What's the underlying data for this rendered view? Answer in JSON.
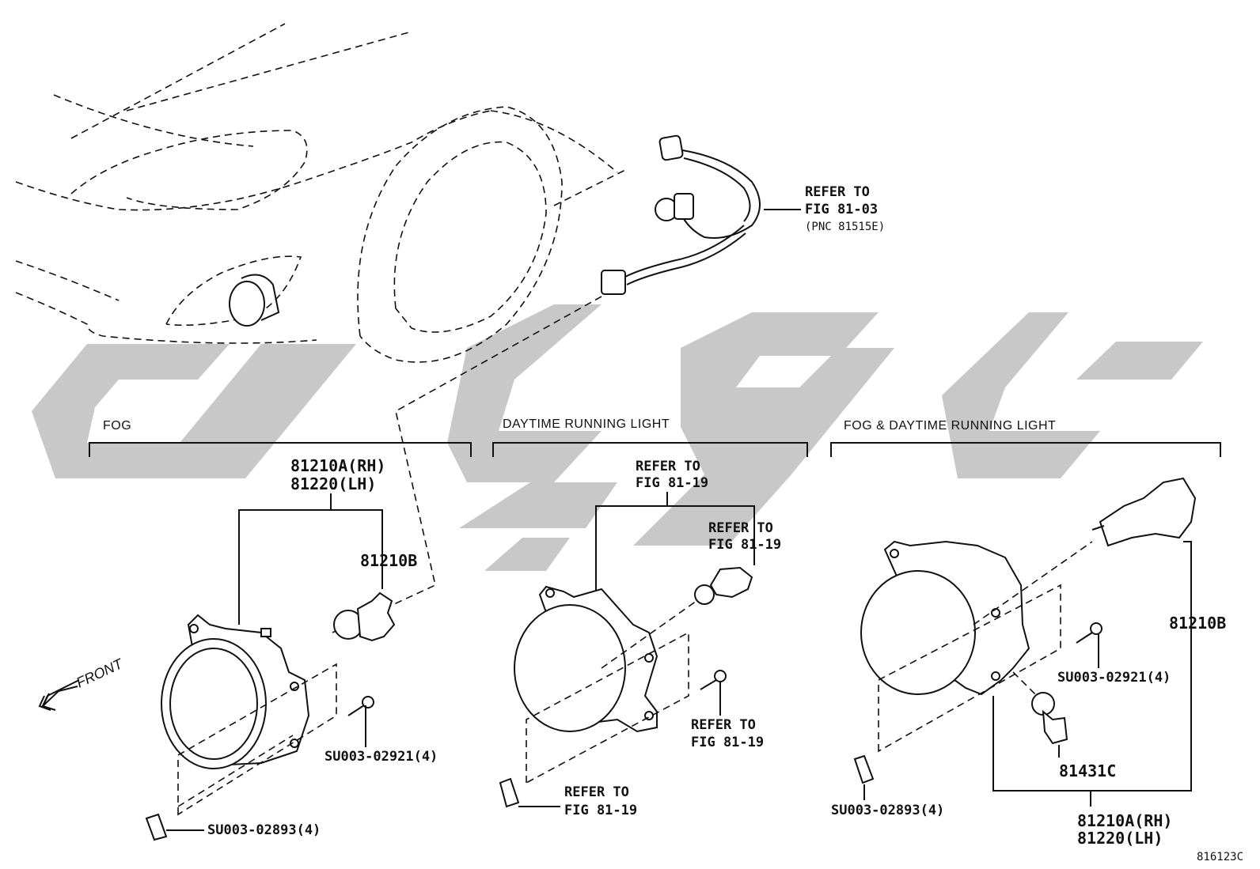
{
  "sections": {
    "fog": "FOG",
    "drl": "DAYTIME RUNNING LIGHT",
    "fog_drl": "FOG & DAYTIME RUNNING LIGHT"
  },
  "refer_harness": {
    "line1": "REFER TO",
    "line2": "FIG 81-03",
    "line3": "(PNC 81515E)"
  },
  "front_label": "FRONT",
  "fog": {
    "assy_rh": "81210A(RH)",
    "assy_lh": "81220(LH)",
    "bulb": "81210B",
    "screw": "SU003-02921(4)",
    "clip": "SU003-02893(4)"
  },
  "drl": {
    "ref_top_1": "REFER TO",
    "ref_top_2": "FIG 81-19",
    "ref_bulb_1": "REFER TO",
    "ref_bulb_2": "FIG 81-19",
    "ref_screw_1": "REFER TO",
    "ref_screw_2": "FIG 81-19",
    "ref_clip_1": "REFER TO",
    "ref_clip_2": "FIG 81-19"
  },
  "fog_drl": {
    "bulb": "81210B",
    "screw": "SU003-02921(4)",
    "clip": "SU003-02893(4)",
    "drl_bulb": "81431C",
    "assy_rh": "81210A(RH)",
    "assy_lh": "81220(LH)"
  },
  "figure_code": "816123C"
}
